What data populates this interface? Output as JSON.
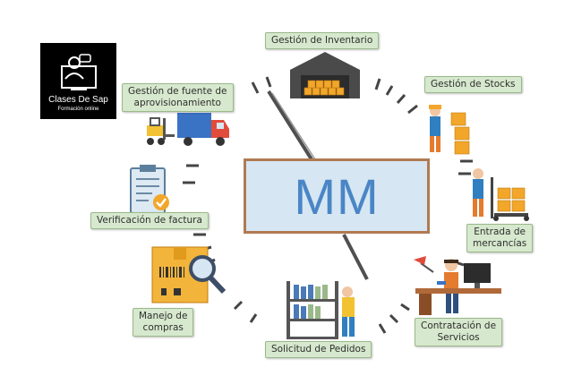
{
  "logo": {
    "title": "Clases De Sap",
    "subtitle": "Formación online"
  },
  "center": {
    "text": "MM"
  },
  "labels": {
    "inventario": "Gestión de Inventario",
    "fuente_1": "Gestión de fuente de",
    "fuente_2": "aprovisionamiento",
    "stocks": "Gestión de Stocks",
    "factura": "Verificación de factura",
    "entrada_1": "Entrada de",
    "entrada_2": "mercancías",
    "compras_1": "Manejo de",
    "compras_2": "compras",
    "servicios_1": "Contratación de",
    "servicios_2": "Servicios",
    "pedidos": "Solicitud de Pedidos"
  },
  "colors": {
    "label_bg": "#d6e8cd",
    "center_bg": "#d6e6f3",
    "center_text": "#4a86c5",
    "center_border": "#b07a52"
  }
}
